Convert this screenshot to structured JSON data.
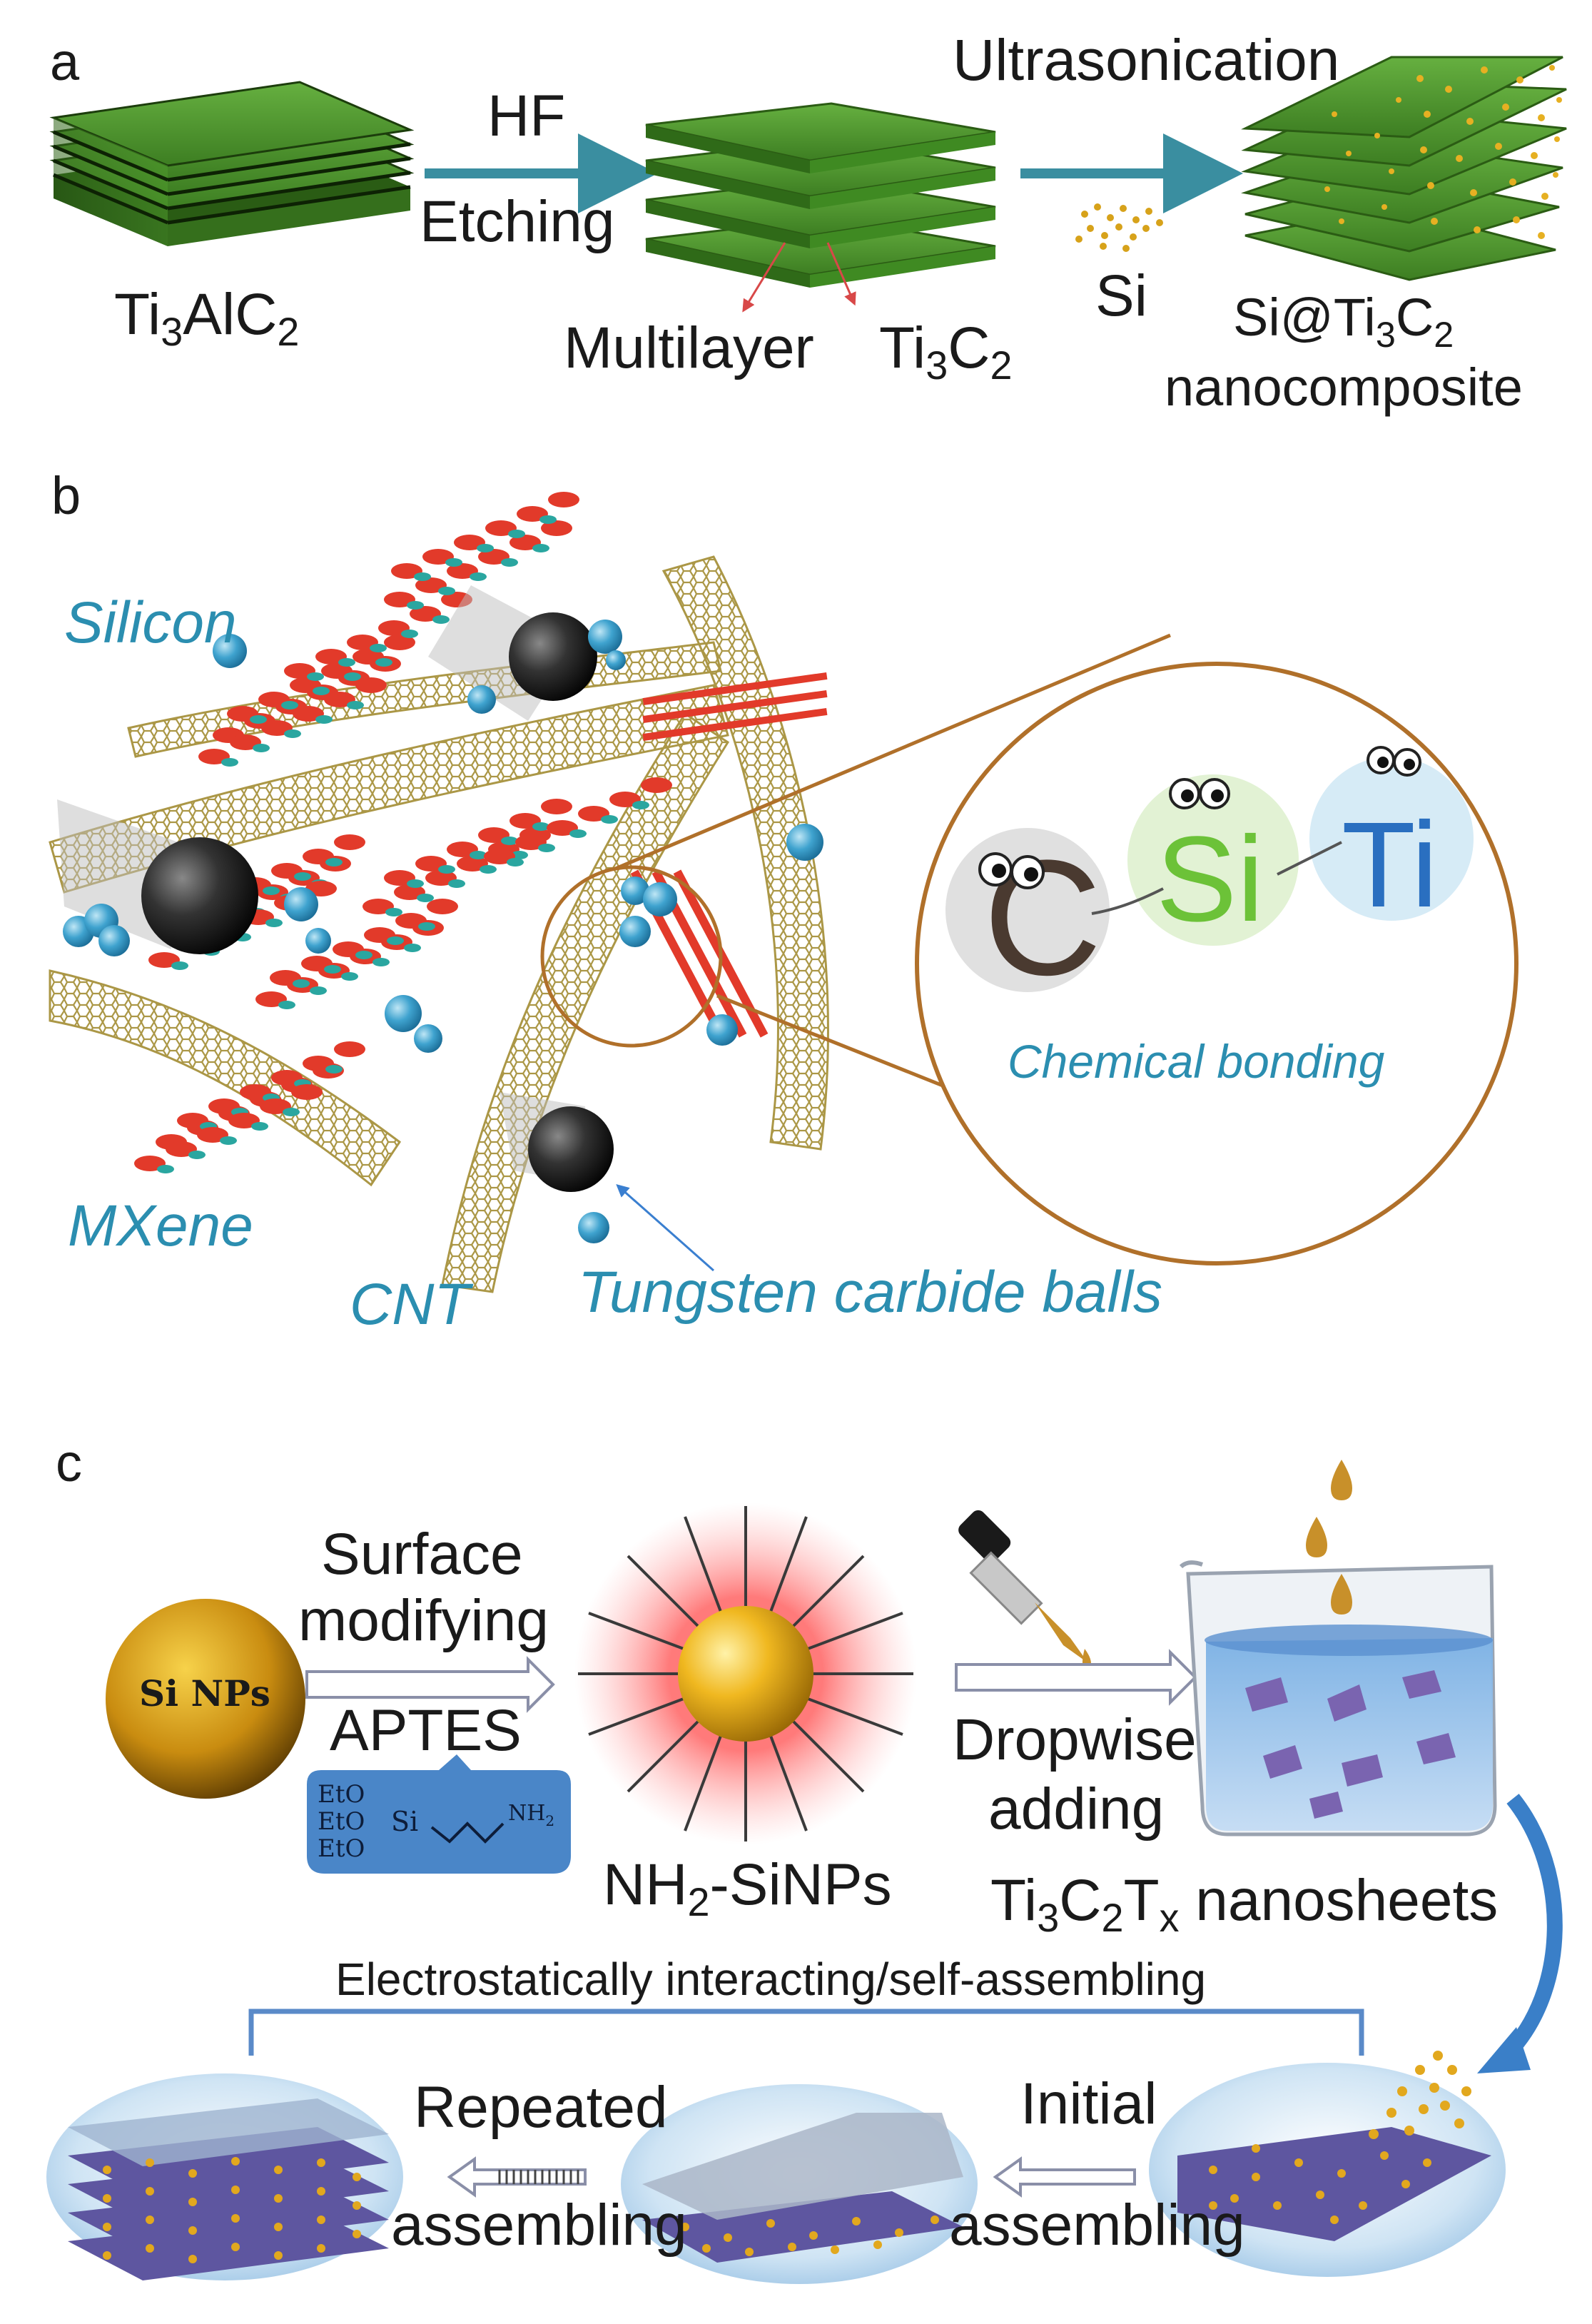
{
  "panel_a": {
    "letter": "a",
    "ti3alc2": {
      "base": "Ti",
      "s1": "3",
      "mid": "AlC",
      "s2": "2"
    },
    "hf": "HF",
    "etching": "Etching",
    "multilayer": "Multilayer",
    "ti3c2": {
      "base": "Ti",
      "s1": "3",
      "mid": "C",
      "s2": "2"
    },
    "ultrasonication": "Ultrasonication",
    "si": "Si",
    "si_ti3c2": {
      "base": "Si@Ti",
      "s1": "3",
      "mid": "C",
      "s2": "2"
    },
    "nanocomposite": "nanocomposite"
  },
  "panel_b": {
    "letter": "b",
    "silicon": "Silicon",
    "mxene": "MXene",
    "cnt": "CNT",
    "tungsten": "Tungsten carbide balls",
    "chemical_bonding": "Chemical bonding",
    "char_c": "C",
    "char_si": "Si",
    "char_ti": "Ti"
  },
  "panel_c": {
    "letter": "c",
    "si_nps": "Si NPs",
    "surface": "Surface",
    "modifying": "modifying",
    "aptes": "APTES",
    "formula": {
      "eto1": "EtO",
      "eto2": "EtO",
      "eto3": "EtO",
      "si": "Si",
      "nh2": "NH",
      "nh2_sub": "2"
    },
    "nh2_sinps": {
      "pre": "NH",
      "sub": "2",
      "post": "-SiNPs"
    },
    "dropwise": "Dropwise",
    "adding": "adding",
    "ti3c2tx": {
      "base": "Ti",
      "s1": "3",
      "mid1": "C",
      "s2": "2",
      "mid2": "T",
      "s3": "x",
      "post": " nanosheets"
    },
    "electrostatic": "Electrostatically interacting/self-assembling",
    "repeated": "Repeated",
    "assembling1": "assembling",
    "initial": "Initial",
    "assembling2": "assembling"
  },
  "colors": {
    "green": "#3e8a2a",
    "arrow_teal": "#3a8ea0",
    "label_blue": "#2b8eb0",
    "gold": "#d9a21e",
    "sheet_purple": "#6a62a8",
    "cnt_gold": "#b8a55a",
    "red": "#e23a2a"
  }
}
